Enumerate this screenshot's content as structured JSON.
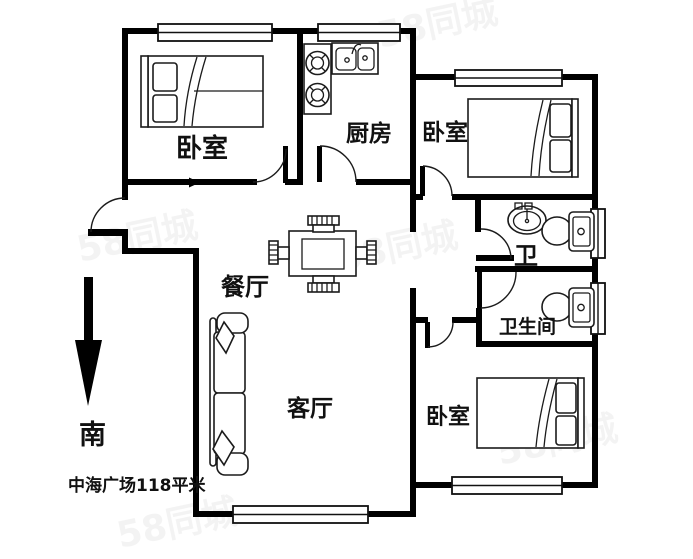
{
  "floorplan": {
    "labels": {
      "bedroom_top_left": "卧室",
      "kitchen": "厨房",
      "bedroom_top_right": "卧室",
      "bathroom_small": "卫",
      "bathroom_large": "卫生间",
      "bedroom_bottom_right": "卧室",
      "dining": "餐厅",
      "living": "客厅",
      "compass_south": "南",
      "caption": "中海广场118平米"
    },
    "watermark": "58同城",
    "colors": {
      "wall": "#000000",
      "line": "#1b1b1b",
      "background": "#ffffff"
    },
    "fixtures": [
      "bed",
      "bed",
      "bed",
      "sofa",
      "dining-table",
      "stove",
      "kitchen-sink",
      "wash-basin",
      "toilet",
      "toilet"
    ]
  }
}
